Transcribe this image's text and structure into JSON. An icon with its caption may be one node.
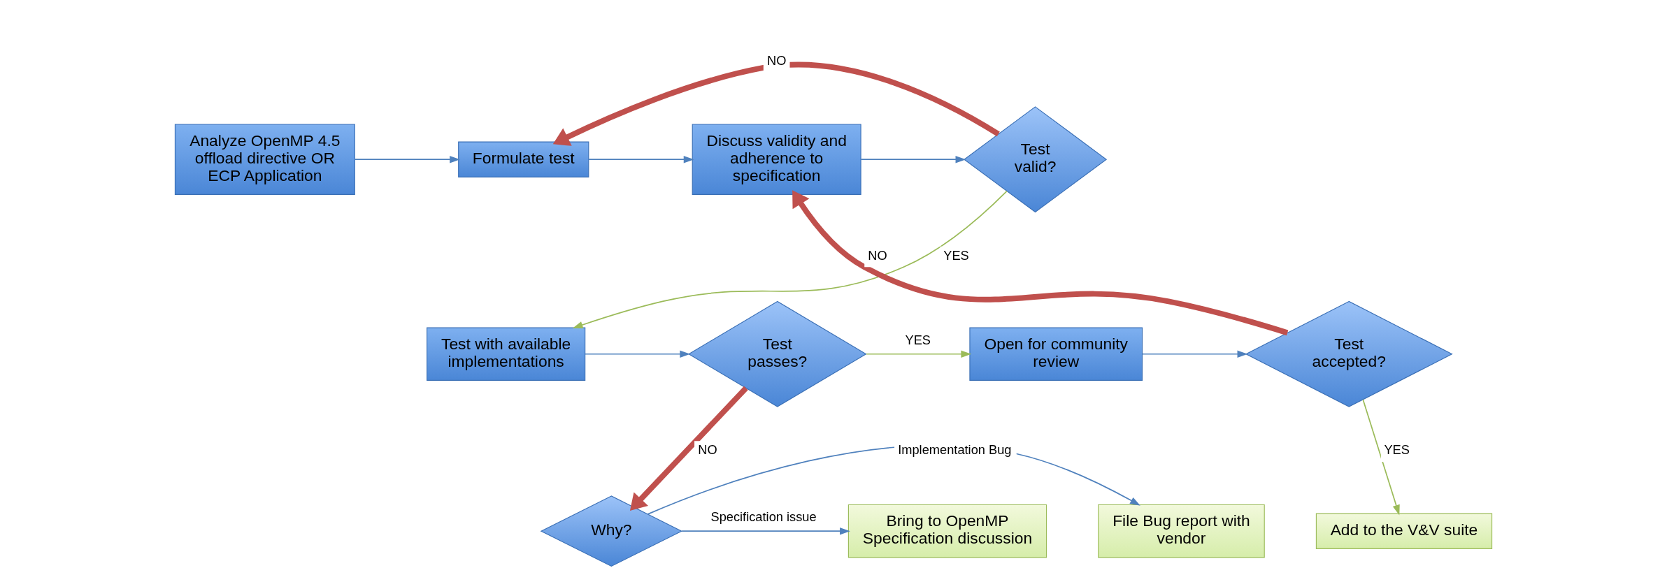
{
  "diagram": {
    "nodes": [
      {
        "text": [
          "Analyze OpenMP 4.5 offload directive OR ECP Application"
        ]
      },
      {
        "text": [
          "Formulate test"
        ]
      },
      {
        "text": [
          "Discuss validity and adherence to specification"
        ]
      },
      {
        "text": [
          "Test valid?"
        ]
      },
      {
        "text": [
          "Test with available implementations"
        ]
      },
      {
        "text": [
          "Test passes?"
        ]
      },
      {
        "text": [
          "Open for community review"
        ]
      },
      {
        "text": [
          "Test accepted?"
        ]
      },
      {
        "text": [
          "Why?"
        ]
      },
      {
        "text": [
          "Bring to OpenMP Specification discussion"
        ]
      },
      {
        "text": [
          "File Bug report with vendor"
        ]
      },
      {
        "text": [
          "Add to the V&V suite"
        ]
      }
    ],
    "edges": [
      {
        "from": 0,
        "to": 1,
        "arrow": "to"
      },
      {
        "from": 1,
        "to": 2,
        "arrow": "to"
      },
      {
        "from": 2,
        "to": 3,
        "arrow": "to"
      },
      {
        "from": 3,
        "to": 1,
        "arrow": "to",
        "label": "NO",
        "style": "thick",
        "color": "#c0504d"
      },
      {
        "from": 3,
        "to": 4,
        "arrow": "to",
        "label": "YES",
        "color": "#9bbb59"
      },
      {
        "from": 4,
        "to": 5,
        "arrow": "to"
      },
      {
        "from": 5,
        "to": 6,
        "arrow": "to",
        "label": "YES",
        "color": "#9bbb59"
      },
      {
        "from": 6,
        "to": 7,
        "arrow": "to"
      },
      {
        "from": 7,
        "to": 2,
        "arrow": "to",
        "label": "NO",
        "style": "thick",
        "color": "#c0504d"
      },
      {
        "from": 7,
        "to": 11,
        "arrow": "to",
        "label": "YES",
        "color": "#9bbb59"
      },
      {
        "from": 5,
        "to": 8,
        "arrow": "to",
        "label": "NO",
        "style": "thick",
        "color": "#c0504d"
      },
      {
        "from": 8,
        "to": 9,
        "arrow": "to",
        "label": "Specification issue"
      },
      {
        "from": 8,
        "to": 10,
        "arrow": "to",
        "label": "Implementation Bug"
      }
    ]
  }
}
